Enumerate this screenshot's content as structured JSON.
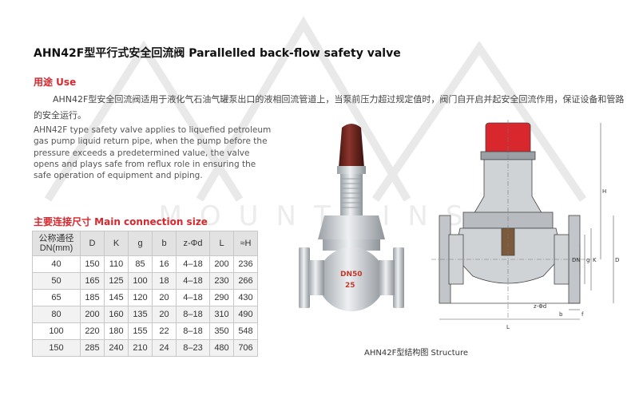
{
  "title": "AHN42F型平行式安全回流阀 Parallelled back-flow safety valve",
  "use_heading": "用途 Use",
  "use_text_cn": "AHN42F型安全回流阀适用于液化气石油气罐泵出口的液相回流管道上，当泵前压力超过规定值时，阀门自开启并起安全回流作用，保证设备和管路的安全运行。",
  "use_text_en": "AHN42F type safety valve applies to liquefied petroleum gas pump liquid return pipe, when the pump before the pressure exceeds a predetermined value, the valve opens and plays safe from reflux role in ensuring the safe operation of equipment and piping.",
  "size_heading": "主要连接尺寸 Main connection size",
  "watermark": "MOUNTAINS",
  "table": {
    "headers": [
      "公称通径DN(mm)",
      "D",
      "K",
      "g",
      "b",
      "z-Φd",
      "L",
      "≈H"
    ],
    "rows": [
      [
        "40",
        "150",
        "110",
        "85",
        "16",
        "4–18",
        "200",
        "236"
      ],
      [
        "50",
        "165",
        "125",
        "100",
        "18",
        "4–18",
        "230",
        "266"
      ],
      [
        "65",
        "185",
        "145",
        "120",
        "20",
        "4–18",
        "290",
        "430"
      ],
      [
        "80",
        "200",
        "160",
        "135",
        "20",
        "8–18",
        "310",
        "490"
      ],
      [
        "100",
        "220",
        "180",
        "155",
        "22",
        "8–18",
        "350",
        "548"
      ],
      [
        "150",
        "285",
        "240",
        "210",
        "24",
        "8–23",
        "480",
        "706"
      ]
    ]
  },
  "photo": {
    "body_text": "DN50",
    "rating_text": "25",
    "cap_color": "#7a2a24",
    "body_color": "#d4d8dc"
  },
  "drawing": {
    "labels": {
      "H": "H",
      "D": "D",
      "K": "K",
      "g": "g",
      "DN": "DN",
      "L": "L",
      "b": "b",
      "f": "f",
      "zd": "z-Φd"
    },
    "cap_color": "#d9272e",
    "body_color": "#cfd3d6"
  },
  "caption": "AHN42F型结构图 Structure",
  "accent_color": "#d9272e"
}
